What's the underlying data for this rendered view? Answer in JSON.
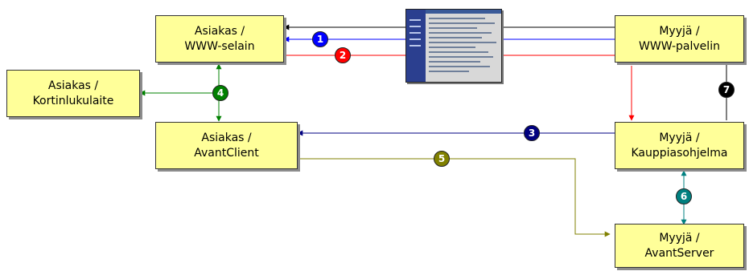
{
  "nodes": {
    "asiakas_selain": [
      "Asiakas /",
      "WWW-selain"
    ],
    "asiakas_kortinlukulaite": [
      "Asiakas /",
      "Kortinlukulaite"
    ],
    "asiakas_avantclient": [
      "Asiakas /",
      "AvantClient"
    ],
    "myyja_palvelin": [
      "Myyjä /",
      "WWW-palvelin"
    ],
    "myyja_kauppiasohjelma": [
      "Myyjä /",
      "Kauppiasohjelma"
    ],
    "myyja_avantserver": [
      "Myyjä /",
      "AvantServer"
    ]
  },
  "badges": {
    "b1": "1",
    "b2": "2",
    "b3": "3",
    "b4": "4",
    "b5": "5",
    "b6": "6",
    "b7": "7"
  },
  "colors": {
    "node_fill": "#ffff99",
    "flow_1": "#0000ff",
    "flow_2": "#ff0000",
    "flow_3": "#000080",
    "flow_4": "#008000",
    "flow_5": "#808000",
    "flow_6": "#008080",
    "flow_7": "#000000"
  }
}
